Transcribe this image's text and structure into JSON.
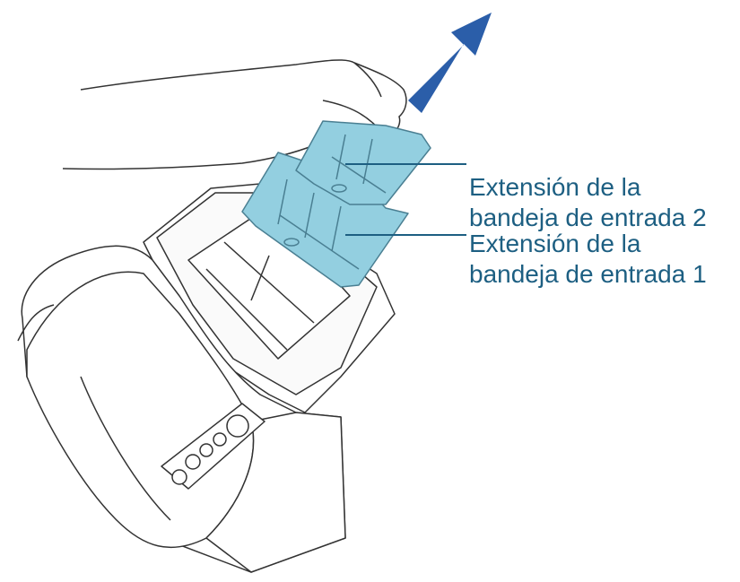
{
  "callouts": [
    {
      "line1": "Extensión de la",
      "line2": "bandeja de entrada 2"
    },
    {
      "line1": "Extensión de la",
      "line2": "bandeja de entrada 1"
    }
  ],
  "colors": {
    "label_text": "#1d5f82",
    "leader_line": "#1d5f82",
    "arrow": "#2b5ea9",
    "tray_fill": "#93cfe0",
    "tray_stroke": "#4a7f92",
    "scanner_stroke": "#333333",
    "scanner_fill": "#ffffff"
  },
  "icons": {
    "direction_arrow": "arrow-up-right-icon",
    "hand": "hand-icon"
  }
}
